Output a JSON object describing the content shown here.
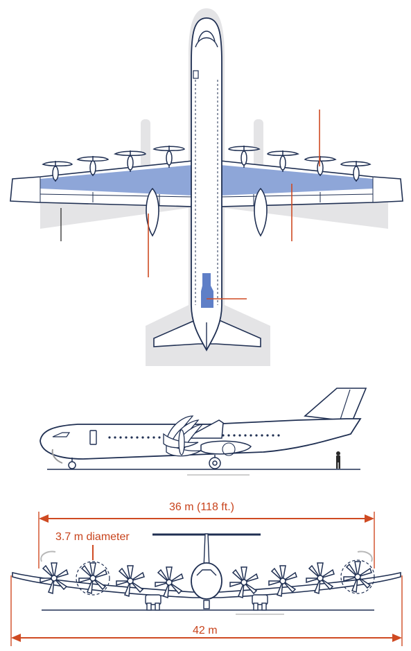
{
  "dimensions": {
    "length_label": "36 m (118 ft.)",
    "propeller_label": "3.7 m diameter",
    "span_label": "42 m"
  },
  "colors": {
    "outline": "#1f2f52",
    "shadow": "#e4e4e6",
    "fuel_tank": "#8ea6d8",
    "fuel_tank_strong": "#5f7fc7",
    "accent": "#cf4a22",
    "dark_line": "#3a3a3a"
  },
  "views": [
    "top-view",
    "side-view",
    "front-view"
  ]
}
